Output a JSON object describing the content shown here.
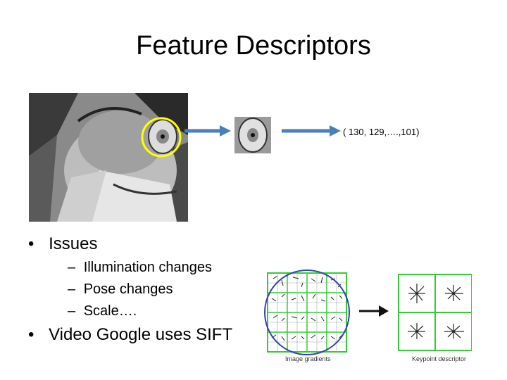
{
  "slide": {
    "title": "Feature Descriptors",
    "descriptor_vector": "( 130, 129,….,101)",
    "bullets": [
      {
        "marker": "•",
        "text": "Issues",
        "subitems": [
          {
            "marker": "–",
            "text": "Illumination changes"
          },
          {
            "marker": "–",
            "text": "Pose changes"
          },
          {
            "marker": "–",
            "text": "Scale…."
          }
        ]
      },
      {
        "marker": "•",
        "text": "Video Google uses SIFT"
      }
    ],
    "figure": {
      "left_caption": "Image gradients",
      "right_caption": "Keypoint descriptor"
    }
  },
  "colors": {
    "arrow": "#4a7ebb",
    "circle_highlight": "#ffff00",
    "grid": "#33cc33",
    "sift_circle": "#3344aa"
  }
}
